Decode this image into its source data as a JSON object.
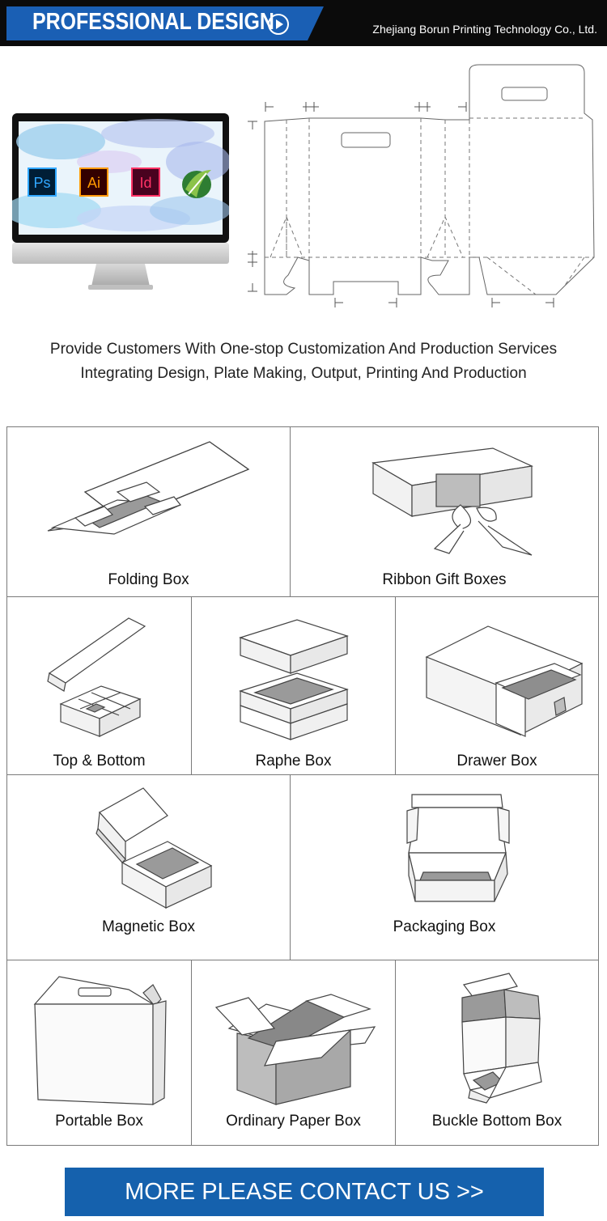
{
  "header": {
    "title": "PROFESSIONAL DESIGN",
    "company": "Zhejiang Borun Printing Technology Co., Ltd.",
    "play_icon": "play-circle-icon",
    "accent_color": "#1a5fb4"
  },
  "hero": {
    "software_icons": [
      {
        "name": "photoshop-icon",
        "label": "Ps",
        "color": "#31a8ff"
      },
      {
        "name": "illustrator-icon",
        "label": "Ai",
        "color": "#ff9a00"
      },
      {
        "name": "indesign-icon",
        "label": "Id",
        "color": "#ff3366"
      },
      {
        "name": "coreldraw-icon",
        "label": "",
        "color": "#4caf50"
      }
    ],
    "tagline_line1": "Provide Customers With One-stop Customization And Production Services",
    "tagline_line2": "Integrating Design, Plate Making, Output, Printing And Production"
  },
  "boxes": [
    {
      "label": "Folding Box"
    },
    {
      "label": "Ribbon Gift Boxes"
    },
    {
      "label": "Top & Bottom"
    },
    {
      "label": "Raphe Box"
    },
    {
      "label": "Drawer Box"
    },
    {
      "label": "Magnetic Box"
    },
    {
      "label": "Packaging Box"
    },
    {
      "label": "Portable Box"
    },
    {
      "label": "Ordinary Paper Box"
    },
    {
      "label": "Buckle Bottom Box"
    }
  ],
  "cta": {
    "label": "MORE PLEASE CONTACT US >>",
    "color": "#1561ad"
  }
}
